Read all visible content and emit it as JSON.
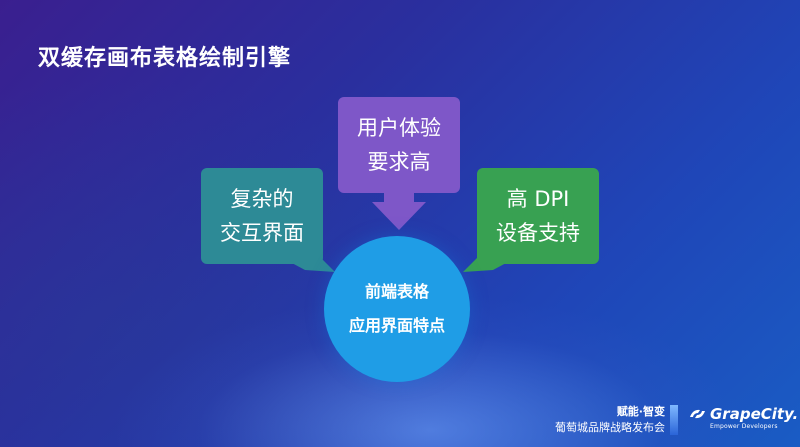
{
  "slide": {
    "title": "双缓存画布表格绘制引擎",
    "boxes": {
      "top": [
        "用户体验",
        "要求高"
      ],
      "left": [
        "复杂的",
        "交互界面"
      ],
      "right": [
        "高 DPI",
        "设备支持"
      ]
    },
    "center": [
      "前端表格",
      "应用界面特点"
    ]
  },
  "footer": {
    "line1": "赋能·智变",
    "line2": "葡萄城品牌战略发布会",
    "logo_name": "GrapeCity.",
    "logo_sub": "Empower Developers"
  },
  "colors": {
    "top_box": "#7e57c8",
    "left_box": "#2d8a96",
    "right_box": "#38a152",
    "center_circle": "#1f9de6"
  },
  "icons": {
    "logo": "grapecity-logo-icon"
  }
}
